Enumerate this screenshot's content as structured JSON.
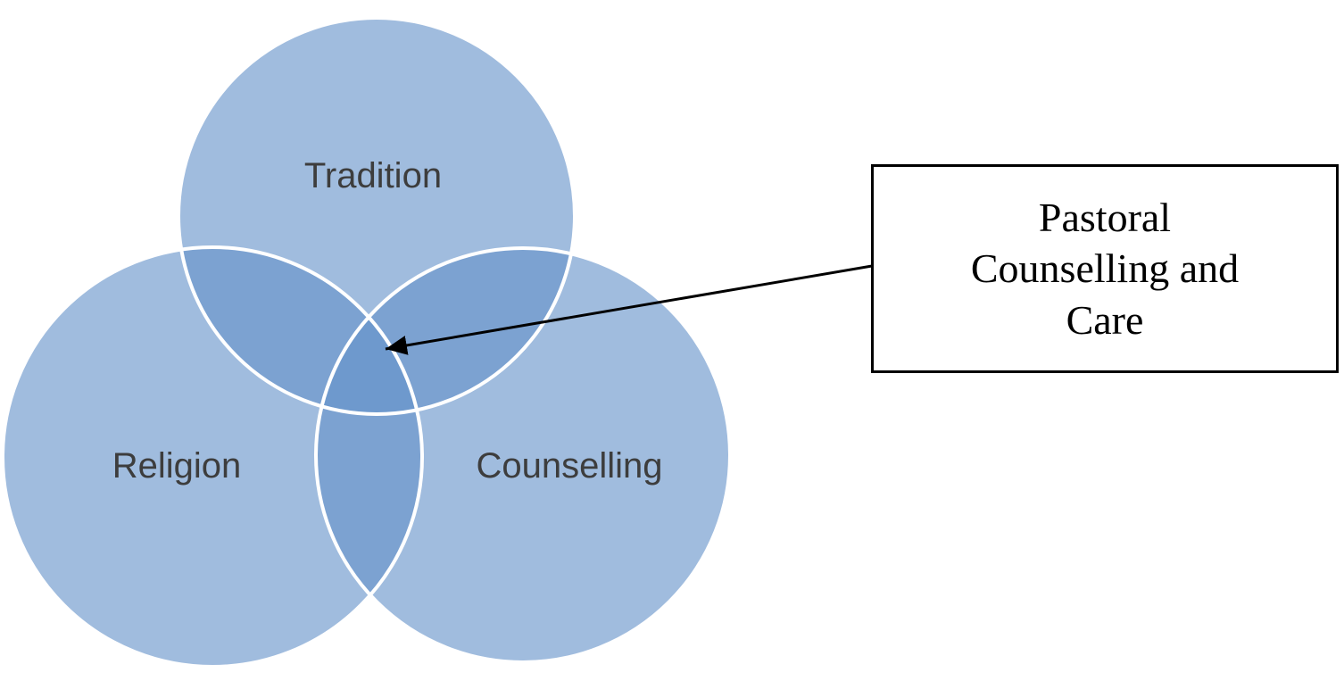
{
  "diagram": {
    "type": "venn",
    "circles": [
      {
        "id": "tradition",
        "label": "Tradition"
      },
      {
        "id": "religion",
        "label": "Religion"
      },
      {
        "id": "counselling",
        "label": "Counselling"
      }
    ],
    "callout": {
      "lines": [
        "Pastoral",
        "Counselling and",
        "Care"
      ]
    },
    "colors": {
      "circle_fill": "#6693c9",
      "circle_stroke": "#ffffff",
      "label_text": "#3d3d3d",
      "callout_border": "#000000",
      "callout_text": "#000000",
      "arrow": "#000000",
      "background": "#ffffff"
    }
  }
}
